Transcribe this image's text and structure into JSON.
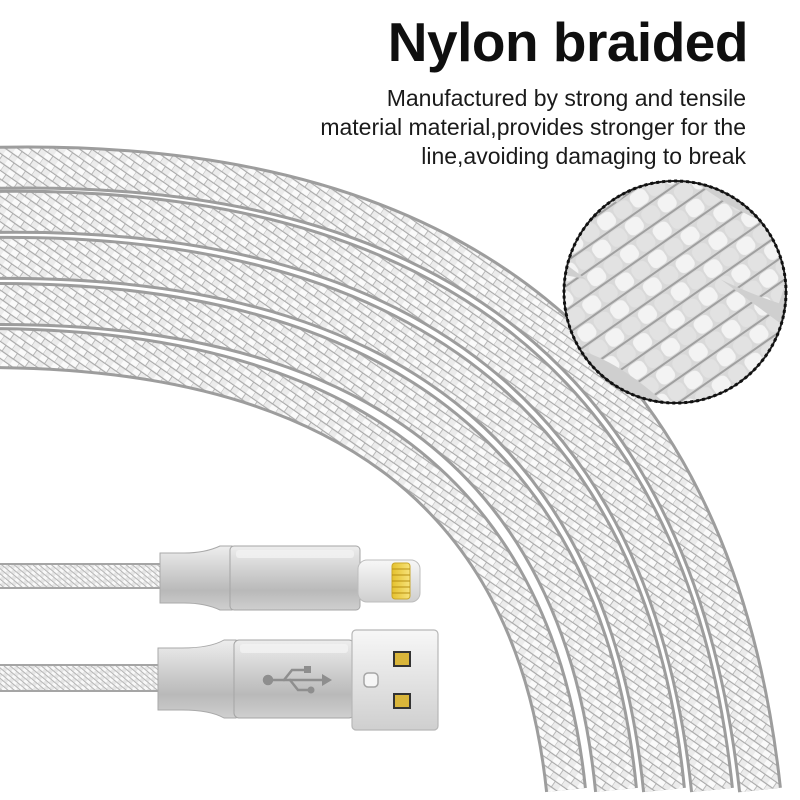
{
  "headline": "Nylon braided",
  "description": {
    "lines": [
      "Manufactured by strong and tensile",
      "material material,provides stronger for the",
      "line,avoiding damaging to break"
    ]
  },
  "colors": {
    "cable_light": "#f4f4f4",
    "cable_mid": "#c9c9c9",
    "cable_dark": "#9a9a9a",
    "connector_metal": "#c6c6c6",
    "lightning_gold": "#f2d64a",
    "text": "#111111"
  },
  "icons": [
    "usb-symbol-icon",
    "lightning-contact-pins-icon"
  ]
}
